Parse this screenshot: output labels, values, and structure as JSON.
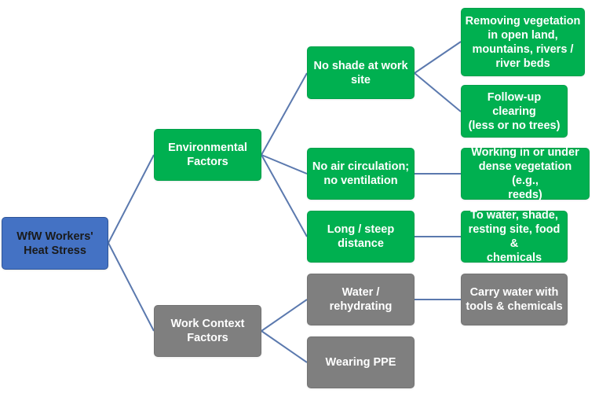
{
  "diagram": {
    "root": "WfW Workers'\nHeat Stress",
    "environmental": {
      "label": "Environmental\nFactors",
      "no_shade": {
        "label": "No shade at work\nsite",
        "removing_vegetation": "Removing vegetation\nin open land,\nmountains, rivers /\nriver beds",
        "follow_up_clearing": "Follow-up clearing\n(less  or no trees)"
      },
      "no_air": {
        "label": "No air circulation;\nno ventilation",
        "dense_vegetation": "Working in or under\ndense vegetation (e.g.,\nreeds)"
      },
      "long_distance": {
        "label": "Long / steep\ndistance",
        "to_water": "To water, shade,\nresting site, food &\nchemicals"
      }
    },
    "work_context": {
      "label": "Work Context\nFactors",
      "water": {
        "label": "Water /\nrehydrating",
        "carry_water": "Carry water with\ntools & chemicals"
      },
      "ppe": {
        "label": "Wearing PPE"
      }
    }
  },
  "colors": {
    "root": "#4472c4",
    "environmental": "#00b050",
    "work_context": "#7f7f7f",
    "connector": "#5b79ae"
  }
}
